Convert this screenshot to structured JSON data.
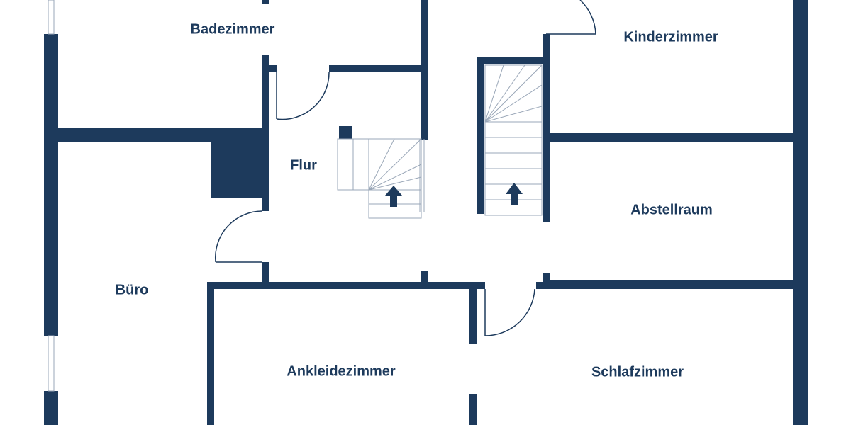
{
  "rooms": {
    "badezimmer": "Badezimmer",
    "kinderzimmer": "Kinderzimmer",
    "flur": "Flur",
    "abstellraum": "Abstellraum",
    "buero": "Büro",
    "ankleidezimmer": "Ankleidezimmer",
    "schlafzimmer": "Schlafzimmer"
  },
  "colors": {
    "wall": "#1d3a5c",
    "background": "#ffffff",
    "fixture_line": "#9aa7b8"
  },
  "icons": [
    "stair-up-arrow-icon",
    "stair-up-arrow-icon"
  ]
}
